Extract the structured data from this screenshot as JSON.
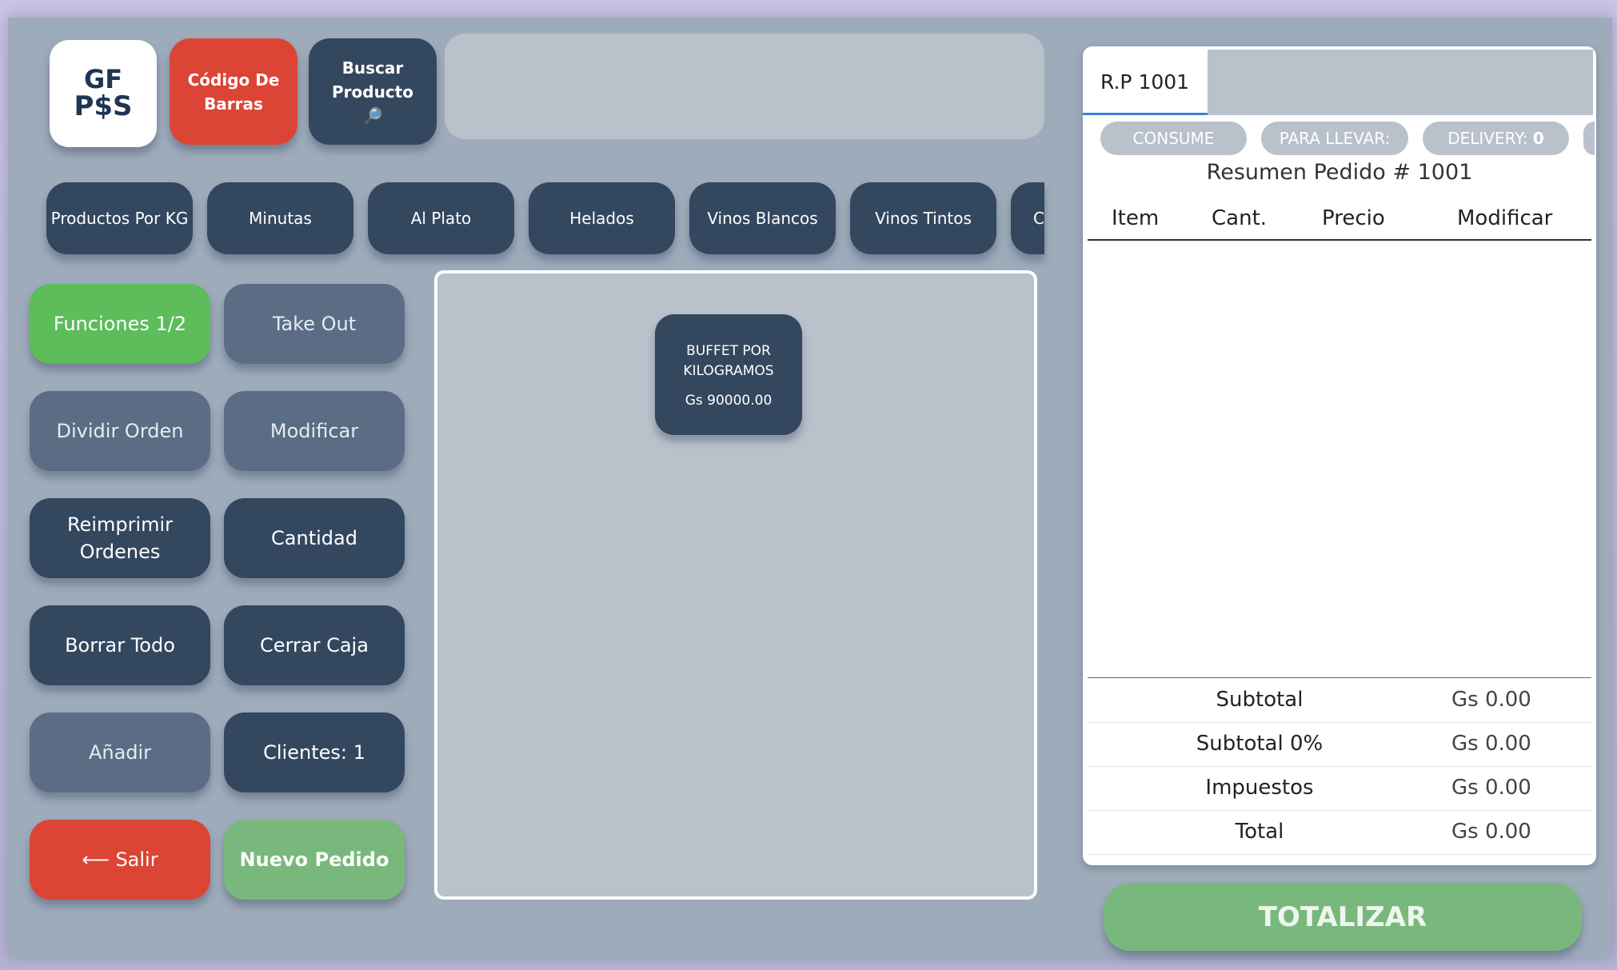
{
  "logo": {
    "line1": "GF",
    "line2": "P$S"
  },
  "top_buttons": {
    "barcode": "Código De Barras",
    "search": "Buscar Producto 🔎"
  },
  "search_box": {
    "value": ""
  },
  "categories": [
    "Productos Por KG",
    "Minutas",
    "Al Plato",
    "Helados",
    "Vinos Blancos",
    "Vinos Tintos",
    "C"
  ],
  "functions": {
    "funciones": "Funciones 1/2",
    "take_out": "Take Out",
    "dividir": "Dividir Orden",
    "modificar": "Modificar",
    "reimprimir": "Reimprimir Ordenes",
    "cantidad": "Cantidad",
    "borrar": "Borrar Todo",
    "cerrar": "Cerrar Caja",
    "anadir": "Añadir",
    "clientes": "Clientes: 1",
    "salir": "⟵ Salir",
    "nuevo": "Nuevo Pedido"
  },
  "product": {
    "name": "BUFFET POR KILOGRAMOS",
    "price": "Gs 90000.00"
  },
  "order": {
    "tab": "R.P 1001",
    "modes": {
      "consume": "CONSUME",
      "para_llevar": "PARA LLEVAR:",
      "delivery_label": "DELIVERY:",
      "delivery_count": "0"
    },
    "title": "Resumen Pedido # 1001",
    "columns": [
      "Item",
      "Cant.",
      "Precio",
      "Modificar"
    ],
    "totals": [
      {
        "label": "Subtotal",
        "value": "Gs 0.00"
      },
      {
        "label": "Subtotal 0%",
        "value": "Gs 0.00"
      },
      {
        "label": "Impuestos",
        "value": "Gs 0.00"
      },
      {
        "label": "Total",
        "value": "Gs 0.00"
      }
    ],
    "totalizar": "TOTALIZAR"
  }
}
